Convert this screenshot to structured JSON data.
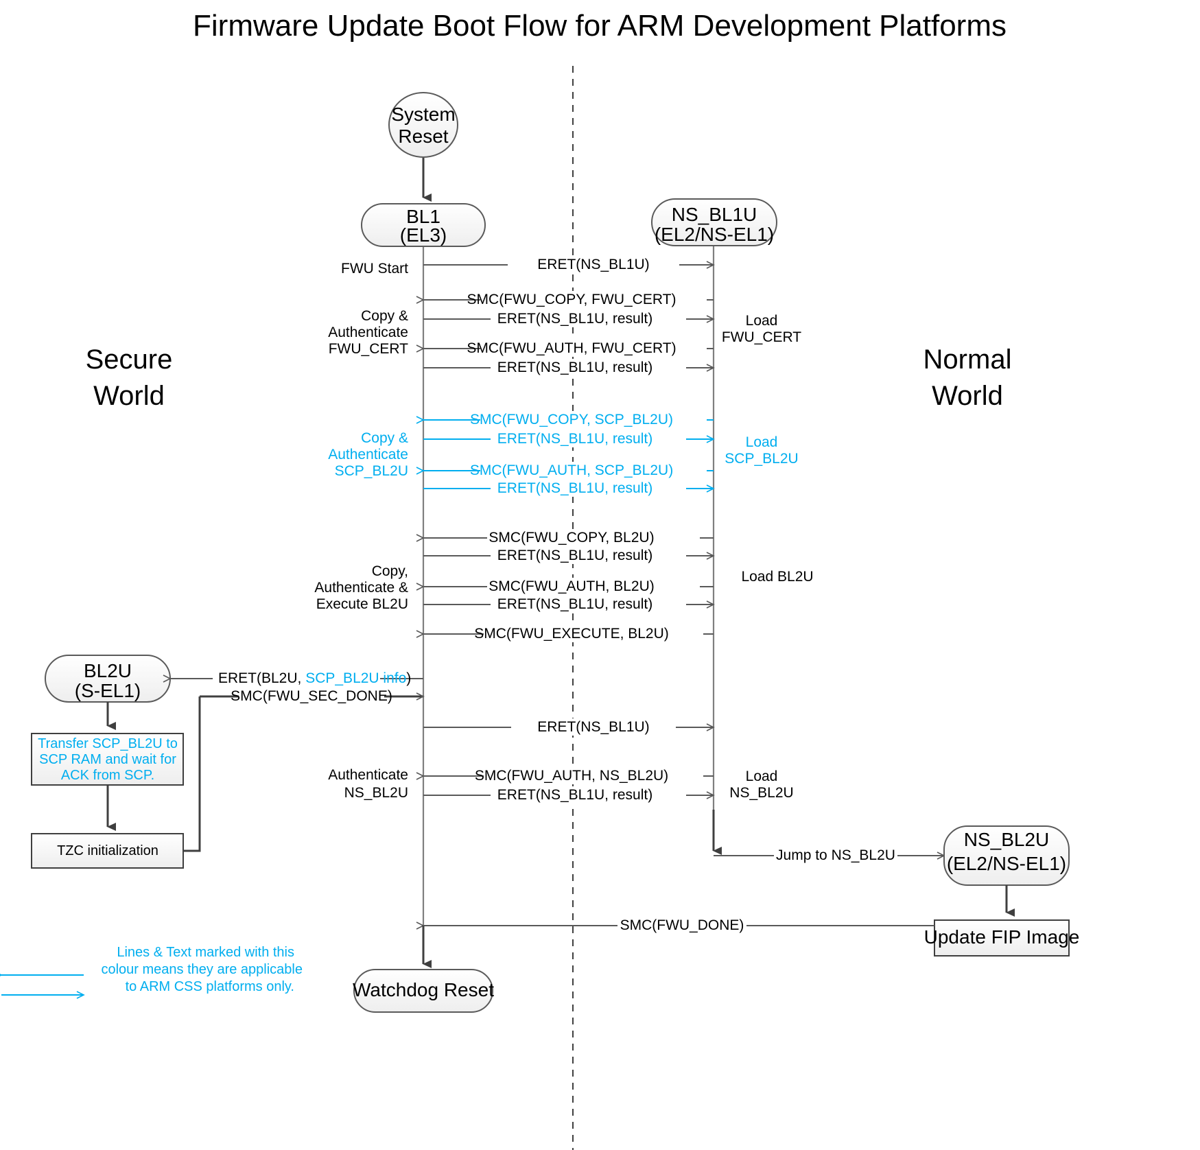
{
  "title": "Firmware Update Boot Flow for ARM Development Platforms",
  "accent_color": "#00AEEF",
  "worlds": {
    "secure": "Secure\nWorld",
    "secure_l1": "Secure",
    "secure_l2": "World",
    "normal_l1": "Normal",
    "normal_l2": "World"
  },
  "nodes": {
    "system_reset_l1": "System",
    "system_reset_l2": "Reset",
    "bl1_l1": "BL1",
    "bl1_l2": "(EL3)",
    "ns_bl1u_l1": "NS_BL1U",
    "ns_bl1u_l2": "(EL2/NS-EL1)",
    "bl2u_l1": "BL2U",
    "bl2u_l2": "(S-EL1)",
    "ns_bl2u_l1": "NS_BL2U",
    "ns_bl2u_l2": "(EL2/NS-EL1)",
    "watchdog": "Watchdog Reset"
  },
  "process_boxes": {
    "transfer_l1": "Transfer SCP_BL2U to",
    "transfer_l2": "SCP RAM and wait for",
    "transfer_l3": "ACK from SCP.",
    "tzc": "TZC initialization",
    "fip": "Update FIP Image"
  },
  "left_labels": [
    {
      "id": "fwu-start",
      "lines": [
        "FWU Start"
      ],
      "color": "#000000"
    },
    {
      "id": "copy-auth-fwu-cert",
      "lines": [
        "Copy &",
        "Authenticate",
        "FWU_CERT"
      ],
      "color": "#000000"
    },
    {
      "id": "copy-auth-scp-bl2u",
      "lines": [
        "Copy &",
        "Authenticate",
        "SCP_BL2U"
      ],
      "color": "#00AEEF"
    },
    {
      "id": "copy-auth-exec-bl2u",
      "lines": [
        "Copy,",
        "Authenticate &",
        "Execute BL2U"
      ],
      "color": "#000000"
    },
    {
      "id": "authenticate-ns-bl2u",
      "lines": [
        "Authenticate",
        "NS_BL2U"
      ],
      "color": "#000000"
    }
  ],
  "right_labels": [
    {
      "id": "load-fwu-cert",
      "lines": [
        "Load",
        "FWU_CERT"
      ],
      "color": "#000000"
    },
    {
      "id": "load-scp-bl2u",
      "lines": [
        "Load",
        "SCP_BL2U"
      ],
      "color": "#00AEEF"
    },
    {
      "id": "load-bl2u",
      "lines": [
        "Load BL2U"
      ],
      "color": "#000000"
    },
    {
      "id": "load-ns-bl2u",
      "lines": [
        "Load",
        "NS_BL2U"
      ],
      "color": "#000000"
    }
  ],
  "messages": [
    {
      "id": "m1",
      "label": "ERET(NS_BL1U)",
      "dir": "right",
      "color": "#000000"
    },
    {
      "id": "m2",
      "label": "SMC(FWU_COPY, FWU_CERT)",
      "dir": "left",
      "color": "#000000"
    },
    {
      "id": "m3",
      "label": "ERET(NS_BL1U, result)",
      "dir": "right",
      "color": "#000000"
    },
    {
      "id": "m4",
      "label": "SMC(FWU_AUTH, FWU_CERT)",
      "dir": "left",
      "color": "#000000"
    },
    {
      "id": "m5",
      "label": "ERET(NS_BL1U, result)",
      "dir": "right",
      "color": "#000000"
    },
    {
      "id": "m6",
      "label": "SMC(FWU_COPY, SCP_BL2U)",
      "dir": "left",
      "color": "#00AEEF"
    },
    {
      "id": "m7",
      "label": "ERET(NS_BL1U, result)",
      "dir": "right",
      "color": "#00AEEF"
    },
    {
      "id": "m8",
      "label": "SMC(FWU_AUTH, SCP_BL2U)",
      "dir": "left",
      "color": "#00AEEF"
    },
    {
      "id": "m9",
      "label": "ERET(NS_BL1U, result)",
      "dir": "right",
      "color": "#00AEEF"
    },
    {
      "id": "m10",
      "label": "SMC(FWU_COPY, BL2U)",
      "dir": "left",
      "color": "#000000"
    },
    {
      "id": "m11",
      "label": "ERET(NS_BL1U, result)",
      "dir": "right",
      "color": "#000000"
    },
    {
      "id": "m12",
      "label": "SMC(FWU_AUTH, BL2U)",
      "dir": "left",
      "color": "#000000"
    },
    {
      "id": "m13",
      "label": "ERET(NS_BL1U, result)",
      "dir": "right",
      "color": "#000000"
    },
    {
      "id": "m14",
      "label": "SMC(FWU_EXECUTE, BL2U)",
      "dir": "left",
      "color": "#000000"
    },
    {
      "id": "m15",
      "label": "ERET(NS_BL1U)",
      "dir": "right",
      "color": "#000000"
    },
    {
      "id": "m16",
      "label": "SMC(FWU_AUTH, NS_BL2U)",
      "dir": "left",
      "color": "#000000"
    },
    {
      "id": "m17",
      "label": "ERET(NS_BL1U, result)",
      "dir": "right",
      "color": "#000000"
    }
  ],
  "branch_messages": {
    "eret_bl2u_a": "ERET(BL2U, ",
    "eret_bl2u_b": "SCP_BL2U info",
    "eret_bl2u_c": ")",
    "smc_fwu_sec_done": "SMC(FWU_SEC_DONE)",
    "jump_ns_bl2u": "Jump to NS_BL2U",
    "smc_fwu_done": "SMC(FWU_DONE)"
  },
  "legend": {
    "line1": "Lines & Text marked with this",
    "line2": "colour means they are applicable",
    "line3": "to ARM CSS platforms only."
  }
}
